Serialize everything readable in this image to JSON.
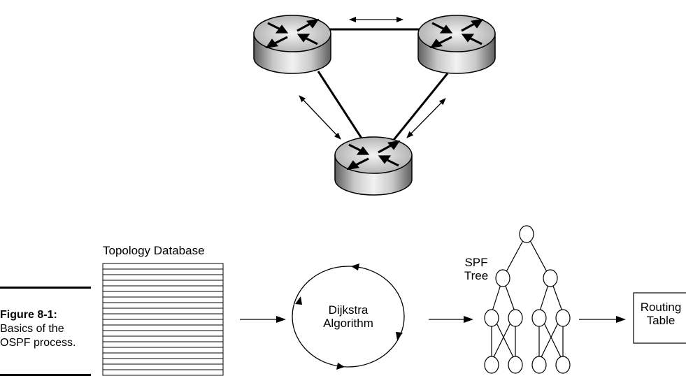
{
  "figure": {
    "label": "Figure 8-1:",
    "caption": "Basics of the OSPF process."
  },
  "labels": {
    "topology_database": "Topology Database",
    "dijkstra_line1": "Dijkstra",
    "dijkstra_line2": "Algorithm",
    "spf_line1": "SPF",
    "spf_line2": "Tree",
    "routing_line1": "Routing",
    "routing_line2": "Table"
  },
  "colors": {
    "ink": "#000000",
    "router_light": "#e8e8e8",
    "router_dark": "#6a6a6a"
  }
}
